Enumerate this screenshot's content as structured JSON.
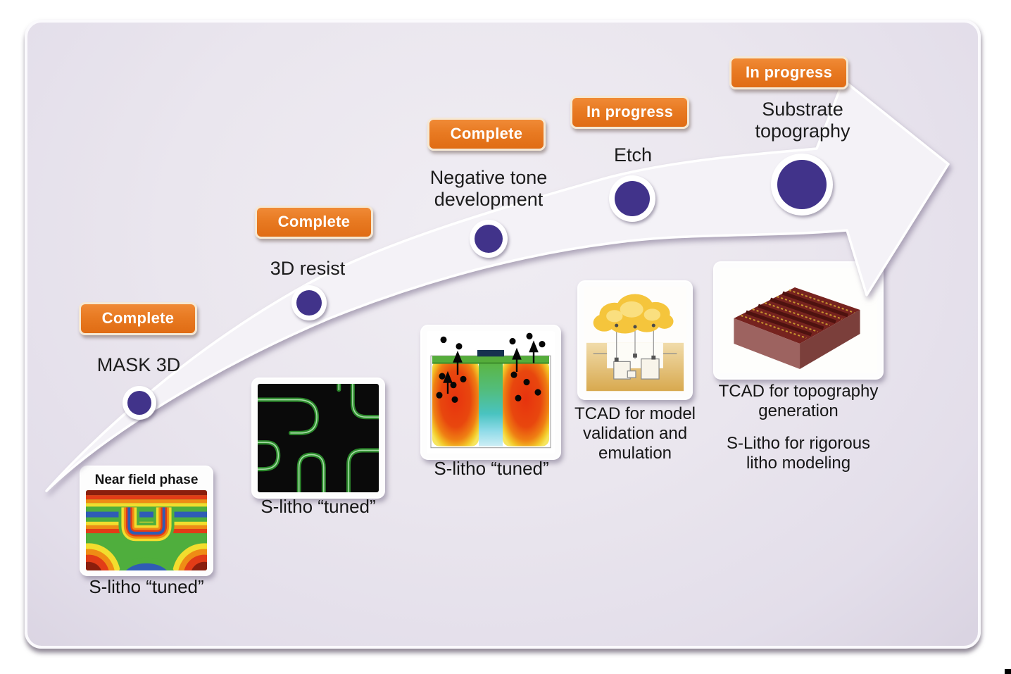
{
  "stages": [
    {
      "status": "Complete",
      "label": "MASK 3D",
      "card_title": "Near field phase",
      "caption": "S-litho “tuned”"
    },
    {
      "status": "Complete",
      "label": "3D resist",
      "caption": "S-litho “tuned”"
    },
    {
      "status": "Complete",
      "label": "Negative tone development",
      "caption": "S-litho “tuned”"
    },
    {
      "status": "In progress",
      "label": "Etch",
      "caption": "TCAD for model validation and emulation"
    },
    {
      "status": "In progress",
      "label": "Substrate topography",
      "caption": "TCAD for topography generation",
      "caption2": "S-Litho for rigorous litho modeling"
    }
  ],
  "icons": {
    "milestone_dot": "filled-circle",
    "progress_arrow": "curved-swoosh-arrow-right"
  },
  "colors": {
    "status_badge_orange": "#e87a22",
    "badge_border_cream": "#f5e8d4",
    "milestone_purple": "#41338a",
    "panel_lavender": "#eae6ee",
    "arrow_fill": "#f4f2f7",
    "text_black": "#1c1c1c"
  }
}
